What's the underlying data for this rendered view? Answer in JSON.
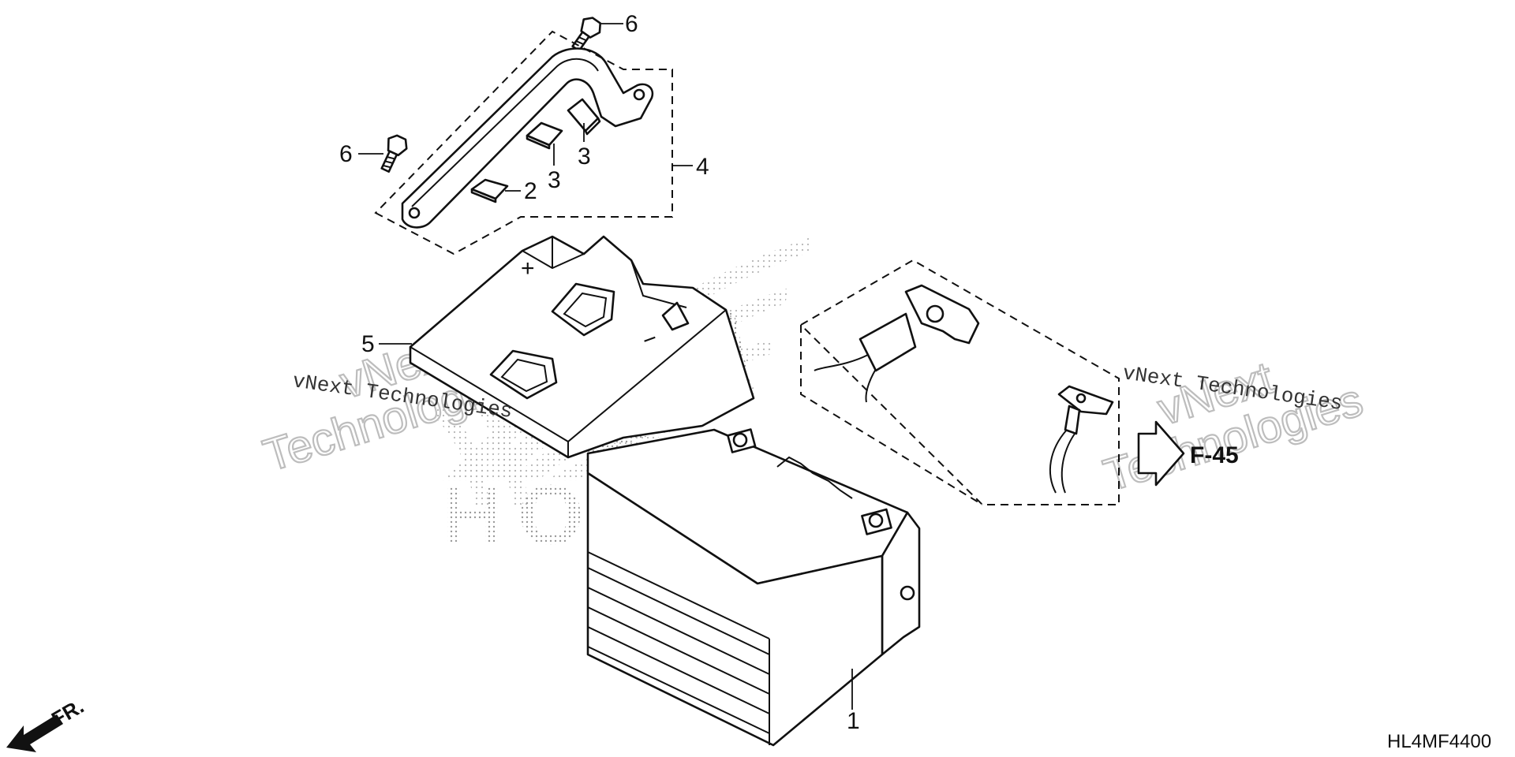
{
  "callouts": {
    "battery": "1",
    "pad_small": "2",
    "pad_a": "3",
    "pad_b": "3",
    "bracket_assy": "4",
    "cover": "5",
    "bolt_top": "6",
    "bolt_left": "6"
  },
  "reference": "F-45",
  "front_marker": "FR.",
  "figure_code": "HL4MF4400",
  "terminal_marks": {
    "plus": "+",
    "minus": "−"
  },
  "watermark": {
    "brand": "HONDA",
    "line_serif": "vNext Technologies",
    "outline_word_1": "vNext",
    "outline_word_2": "Technologies"
  }
}
